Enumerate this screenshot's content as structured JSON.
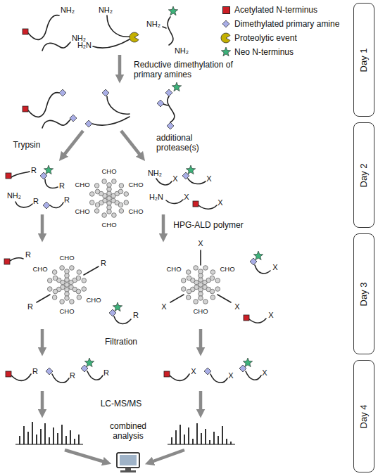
{
  "diagram": {
    "nodes": [
      {
        "text": [
          "Day 1"
        ]
      },
      {
        "text": [
          "Day 2"
        ]
      },
      {
        "text": [
          "Day 3"
        ]
      },
      {
        "text": [
          "Day 4"
        ]
      }
    ],
    "labels": [
      "Reductive dimethylation of primary amines",
      "Trypsin",
      "additional protease(s)",
      "HPG-ALD polymer",
      "Filtration",
      "LC-MS/MS",
      "combined analysis",
      "NH₂",
      "NH₂",
      "NH₂",
      "H₂N",
      "NH₂",
      "NH₂",
      "R",
      "R",
      "NH₂",
      "R",
      "R",
      "NH₂",
      "X",
      "X",
      "H₂N",
      "X",
      "X",
      "CHO",
      "CHO",
      "CHO",
      "CHO",
      "CHO",
      "CHO",
      "CHO",
      "R",
      "CHO",
      "R",
      "CHO",
      "CHO",
      "R",
      "R",
      "X",
      "CHO",
      "CHO",
      "X",
      "CHO",
      "X",
      "X",
      "X",
      "R",
      "R",
      "R",
      "X",
      "X",
      "X"
    ],
    "legend": [
      {
        "text": "Acetylated N-terminus",
        "color": "#cc1f26"
      },
      {
        "text": "Dimethylated primary amine"
      },
      {
        "text": "Proteolytic event"
      },
      {
        "text": "Neo N-terminus"
      }
    ]
  }
}
